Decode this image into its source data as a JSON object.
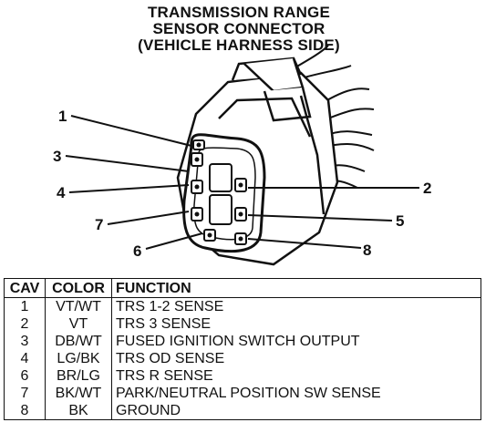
{
  "title": {
    "line1": "TRANSMISSION RANGE",
    "line2": "SENSOR CONNECTOR",
    "line3": "(VEHICLE HARNESS SIDE)"
  },
  "callouts": [
    "1",
    "2",
    "3",
    "4",
    "5",
    "6",
    "7",
    "8"
  ],
  "table": {
    "headers": {
      "cav": "CAV",
      "color": "COLOR",
      "function": "FUNCTION"
    },
    "rows": [
      {
        "cav": "1",
        "color": "VT/WT",
        "function": "TRS 1-2 SENSE"
      },
      {
        "cav": "2",
        "color": "VT",
        "function": "TRS 3 SENSE"
      },
      {
        "cav": "3",
        "color": "DB/WT",
        "function": "FUSED IGNITION SWITCH OUTPUT"
      },
      {
        "cav": "4",
        "color": "LG/BK",
        "function": "TRS OD SENSE"
      },
      {
        "cav": "6",
        "color": "BR/LG",
        "function": "TRS R SENSE"
      },
      {
        "cav": "7",
        "color": "BK/WT",
        "function": "PARK/NEUTRAL POSITION SW SENSE"
      },
      {
        "cav": "8",
        "color": "BK",
        "function": "GROUND"
      }
    ]
  }
}
